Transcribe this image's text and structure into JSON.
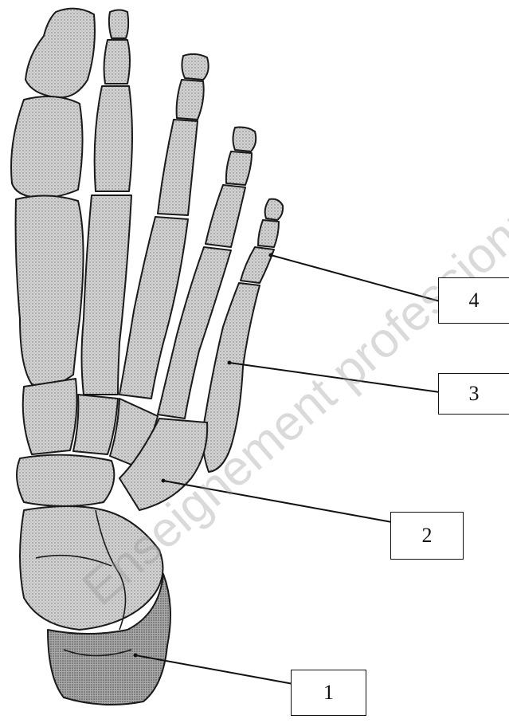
{
  "watermark": {
    "text": "Enseignement professionnel"
  },
  "labels": [
    {
      "id": "label-1",
      "text": "1"
    },
    {
      "id": "label-2",
      "text": "2"
    },
    {
      "id": "label-3",
      "text": "3"
    },
    {
      "id": "label-4",
      "text": "4"
    }
  ],
  "colors": {
    "bone_fill": "#c9c9c9",
    "bone_outline": "#1a1a1a",
    "leader_line": "#111111",
    "watermark": "#b5b5b5"
  }
}
